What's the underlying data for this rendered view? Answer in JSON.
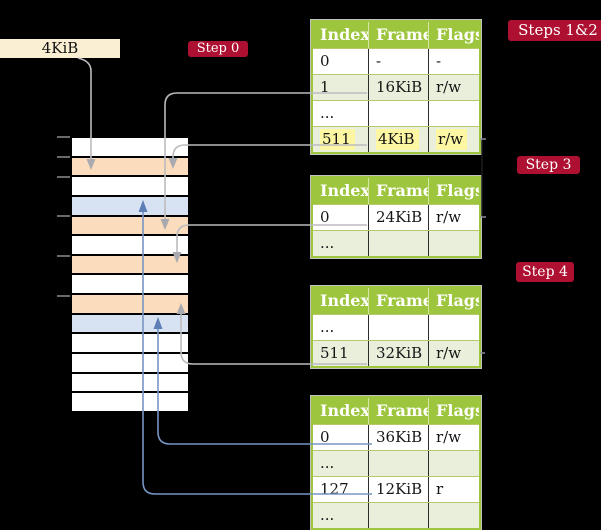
{
  "labels": {
    "frame_size_box": "4KiB",
    "step0": "Step 0",
    "steps_1_2": "Steps 1&2",
    "step3": "Step 3",
    "step4": "Step 4"
  },
  "tables": [
    {
      "name": "page-table-steps-1-2",
      "columns": [
        "Index",
        "Frame",
        "Flags"
      ],
      "rows": [
        {
          "cells": [
            "0",
            "-",
            "-"
          ],
          "shade": "white"
        },
        {
          "cells": [
            "1",
            "16KiB",
            "r/w"
          ],
          "shade": "green",
          "underline": "gray"
        },
        {
          "cells": [
            "...",
            "",
            ""
          ],
          "shade": "white"
        },
        {
          "cells": [
            "511",
            "4KiB",
            "r/w"
          ],
          "shade": "green",
          "highlight": true,
          "underline": "gray"
        }
      ]
    },
    {
      "name": "page-table-step-3",
      "columns": [
        "Index",
        "Frame",
        "Flags"
      ],
      "rows": [
        {
          "cells": [
            "0",
            "24KiB",
            "r/w"
          ],
          "shade": "white",
          "underline": "gray"
        },
        {
          "cells": [
            "...",
            "",
            ""
          ],
          "shade": "green"
        }
      ]
    },
    {
      "name": "page-table-step-4-upper",
      "columns": [
        "Index",
        "Frame",
        "Flags"
      ],
      "rows": [
        {
          "cells": [
            "...",
            "",
            ""
          ],
          "shade": "white"
        },
        {
          "cells": [
            "511",
            "32KiB",
            "r/w"
          ],
          "shade": "green",
          "underline": "gray"
        }
      ]
    },
    {
      "name": "page-table-leaf",
      "columns": [
        "Index",
        "Frame",
        "Flags"
      ],
      "rows": [
        {
          "cells": [
            "0",
            "36KiB",
            "r/w"
          ],
          "shade": "white",
          "underline": "blue"
        },
        {
          "cells": [
            "...",
            "",
            ""
          ],
          "shade": "green"
        },
        {
          "cells": [
            "127",
            "12KiB",
            "r"
          ],
          "shade": "white",
          "underline": "blue"
        },
        {
          "cells": [
            "...",
            "",
            ""
          ],
          "shade": "green"
        }
      ]
    }
  ],
  "memory": {
    "rows": [
      "white",
      "orange",
      "white",
      "blue",
      "orange",
      "white",
      "orange",
      "white",
      "orange",
      "blue",
      "white",
      "white",
      "white",
      "white"
    ]
  },
  "arrows": [
    {
      "from": "frame-size-box",
      "to": "memory-row-2",
      "color": "gray"
    },
    {
      "from": "table-1-row-511-4KiB",
      "to": "memory-row-2",
      "color": "gray"
    },
    {
      "from": "table-1-row-1-16KiB",
      "to": "memory-row-5",
      "color": "gray"
    },
    {
      "from": "table-2-row-0-24KiB",
      "to": "memory-row-7",
      "color": "gray"
    },
    {
      "from": "table-3-row-511-32KiB",
      "to": "memory-row-9",
      "color": "gray"
    },
    {
      "from": "table-4-row-0-36KiB",
      "to": "memory-row-10",
      "color": "blue"
    },
    {
      "from": "table-4-row-127-12KiB",
      "to": "memory-row-4",
      "color": "blue"
    }
  ],
  "palette": {
    "background": "#000000",
    "badge_red": "#ad1030",
    "table_header_green": "#9dc63e",
    "table_row_green": "#eaefdb",
    "highlight_yellow": "#fdf7a4",
    "frame_box_cream": "#faefd2",
    "memory_orange": "#fbdcbc",
    "memory_blue": "#d7e2f3",
    "arrow_gray": "#bcbcc0",
    "arrow_blue": "#7795c3"
  }
}
